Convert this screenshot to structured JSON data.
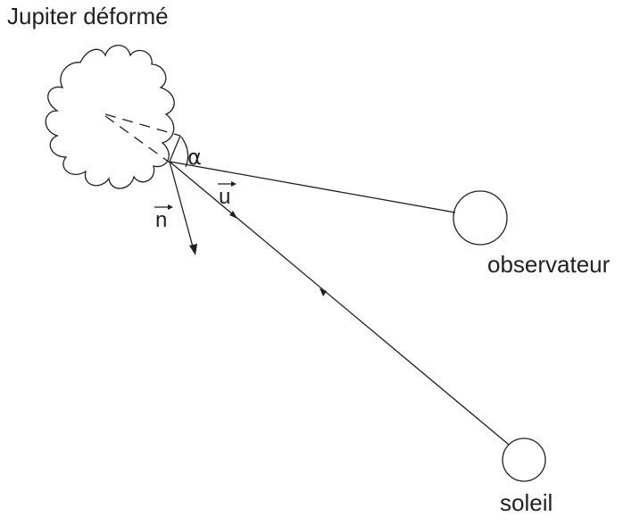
{
  "diagram": {
    "labels": {
      "jupiter": "Jupiter déformé",
      "observer": "observateur",
      "sun": "soleil",
      "angle": "α",
      "vector_u": "u",
      "vector_n": "n"
    },
    "colors": {
      "ink": "#231f20",
      "background": "#ffffff"
    }
  }
}
